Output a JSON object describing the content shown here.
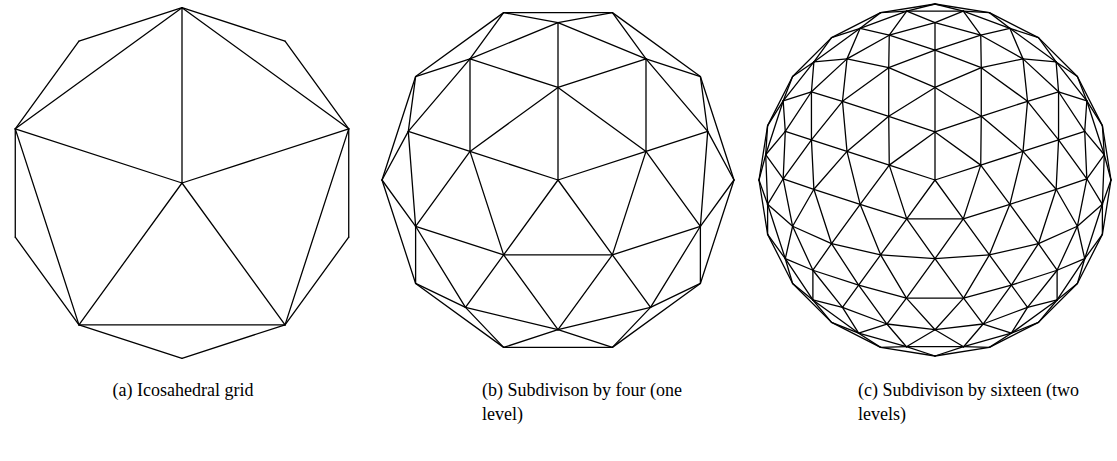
{
  "diagram": {
    "labels": [
      "(a) Icosahedral grid",
      "(b) Subdivison by four (one level)",
      "(c) Subdivison by sixteen (two levels)"
    ]
  }
}
